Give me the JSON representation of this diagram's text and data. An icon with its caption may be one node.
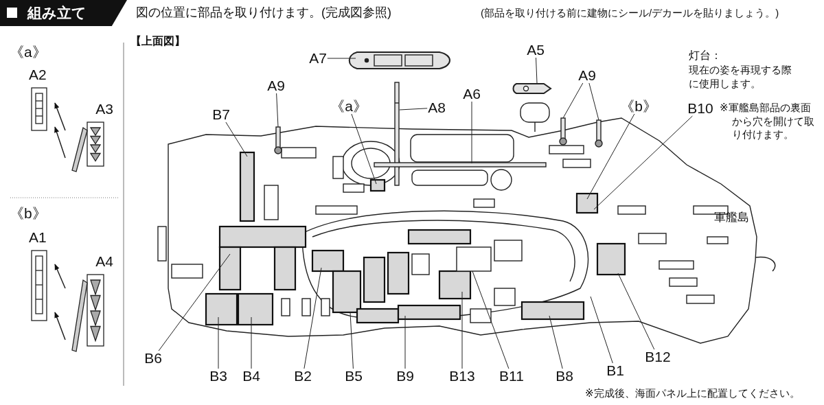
{
  "diagram": {
    "title": "組み立て",
    "nodes": [
      {
        "text": [
          "A2"
        ]
      },
      {
        "text": [
          "A3"
        ]
      },
      {
        "text": [
          "A1"
        ]
      },
      {
        "text": [
          "A4"
        ]
      },
      {
        "text": [
          "A7"
        ]
      },
      {
        "text": [
          "A5"
        ]
      },
      {
        "text": [
          "A9"
        ]
      },
      {
        "text": [
          "《a》"
        ]
      },
      {
        "text": [
          "A8"
        ]
      },
      {
        "text": [
          "A6"
        ]
      },
      {
        "text": [
          "A9"
        ]
      },
      {
        "text": [
          "《b》"
        ]
      },
      {
        "text": [
          "B10"
        ]
      },
      {
        "text": [
          "B7"
        ]
      },
      {
        "text": [
          "B6"
        ]
      },
      {
        "text": [
          "B3"
        ]
      },
      {
        "text": [
          "B4"
        ]
      },
      {
        "text": [
          "B2"
        ]
      },
      {
        "text": [
          "B5"
        ]
      },
      {
        "text": [
          "B9"
        ]
      },
      {
        "text": [
          "B13"
        ]
      },
      {
        "text": [
          "B11"
        ]
      },
      {
        "text": [
          "B8"
        ]
      },
      {
        "text": [
          "B1"
        ]
      },
      {
        "text": [
          "B12"
        ]
      }
    ],
    "edges": [
      {
        "from": 1,
        "to": 0,
        "arrow": "to"
      },
      {
        "from": 1,
        "to": 0,
        "arrow": "to"
      },
      {
        "from": 3,
        "to": 2,
        "arrow": "to"
      },
      {
        "from": 3,
        "to": 2,
        "arrow": "to"
      },
      {
        "from": 4,
        "to": null,
        "arrow": "none"
      },
      {
        "from": 5,
        "to": null,
        "arrow": "none"
      },
      {
        "from": 6,
        "to": null,
        "arrow": "none"
      },
      {
        "from": 7,
        "to": null,
        "arrow": "none"
      },
      {
        "from": 8,
        "to": null,
        "arrow": "none"
      },
      {
        "from": 9,
        "to": null,
        "arrow": "none"
      },
      {
        "from": 10,
        "to": null,
        "arrow": "none"
      },
      {
        "from": 10,
        "to": null,
        "arrow": "none"
      },
      {
        "from": 11,
        "to": null,
        "arrow": "none"
      },
      {
        "from": 12,
        "to": null,
        "arrow": "none"
      },
      {
        "from": 13,
        "to": null,
        "arrow": "none"
      },
      {
        "from": 14,
        "to": null,
        "arrow": "none"
      },
      {
        "from": 15,
        "to": null,
        "arrow": "none"
      },
      {
        "from": 16,
        "to": null,
        "arrow": "none"
      },
      {
        "from": 17,
        "to": null,
        "arrow": "none"
      },
      {
        "from": 18,
        "to": null,
        "arrow": "none"
      },
      {
        "from": 19,
        "to": null,
        "arrow": "none"
      },
      {
        "from": 20,
        "to": null,
        "arrow": "none"
      },
      {
        "from": 21,
        "to": null,
        "arrow": "none"
      },
      {
        "from": 22,
        "to": null,
        "arrow": "none"
      },
      {
        "from": 23,
        "to": null,
        "arrow": "none"
      },
      {
        "from": 24,
        "to": null,
        "arrow": "none"
      }
    ],
    "labels": [
      "図の位置に部品を取り付けます。(完成図参照)",
      "(部品を取り付ける前に建物にシール/デカールを貼りましょう。)",
      "《a》",
      "《b》",
      "【上面図】",
      "灯台：",
      "現在の姿を再現する際に使用します。",
      "※軍艦島部品の裏面から穴を開けて取り付けます。",
      "軍艦島",
      "※完成後、海面パネル上に配置してください。"
    ]
  }
}
